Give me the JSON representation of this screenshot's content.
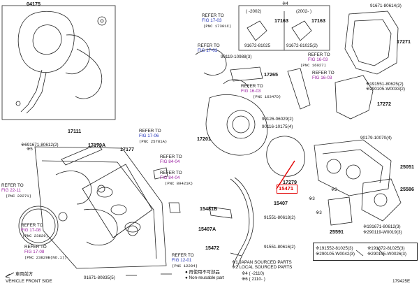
{
  "diagram_id": "179425E",
  "parts": {
    "p04175": "04175",
    "p17111": "17111",
    "p17179A": "17179A",
    "p17177": "17177",
    "p17163a": "17163",
    "p17163b": "17163",
    "p91672_81025": "91672-81025",
    "p91672_81025_2": "91672-81025(2)",
    "p91671_80614_3": "91671-80614(3)",
    "p17271": "17271",
    "p90119_10988": "90119-10988(3)",
    "p17265": "17265",
    "p91551_80625": "※191551-80625(2)",
    "p290105_W0033": "※290105-W0033(2)",
    "p17272": "17272",
    "p90126_06029": "90126-06029(2)",
    "p90116_10175": "90116-10175(4)",
    "p17201": "17201",
    "p90179_10070": "90179-10070(4)",
    "p25051": "25051",
    "p691671_80612": "※691671-80612(2)",
    "p17279": "17279",
    "p15471": "15471",
    "p25586": "25586",
    "p15407": "15407",
    "p15481B": "15481B",
    "p15407A": "15407A",
    "p91551_80618": "91551-80618(2)",
    "p25591": "25591",
    "p91671_80612_b": "※191671-80612(3)",
    "p290119_W0019": "※290119-W0019(3)",
    "p15472": "15472",
    "p91551_80616": "91551-80616(2)",
    "p91671_80835": "91671-80835(5)",
    "legend_a1": "※191552-81025(3)",
    "legend_a2": "※290105-W0042(3)",
    "legend_b1": "※191672-81025(3)",
    "legend_b2": "※290105-W0026(3)",
    "star5": "※5",
    "star3a": "※3",
    "star3b": "※3",
    "star3c": "※3",
    "star4_top": "※4",
    "range_a": "( -2002)",
    "range_b": "(2002- )"
  },
  "refs": {
    "r17301C_a": "REFER TO",
    "r17301C_b": "FIG 17-03",
    "r17301C_c": "(PNC 17301C)",
    "r1703_a": "REFER TO",
    "r1703_b": "FIG 17-03",
    "r16027_a": "REFER TO",
    "r16027_b": "FIG 16-03",
    "r16027_c": "(PNC 16027)",
    "r1603_a": "REFER TO",
    "r1603_b": "FIG 16-03",
    "r16347D_a": "REFER TO",
    "r16347D_b": "FIG 16-03",
    "r16347D_c": "(PNC 16347D)",
    "r25781A_a": "REFER TO",
    "r25781A_b": "FIG 17-06",
    "r25781A_c": "(PNC 25781A)",
    "r8404_a": "REFER TO",
    "r8404_b": "FIG 84-04",
    "r89421K_a": "REFER TO",
    "r89421K_b": "FIG 84-04",
    "r89421K_c": "(PNC 89421K)",
    "r22271_a": "REFER TO",
    "r22271_b": "FIG 22-11",
    "r22271_c": "(PNC 22271)",
    "r23829_a": "REFER TO",
    "r23829_b": "FIG 17-08",
    "r23829_c": "(PNC 23829)",
    "r23829B_a": "REFER TO",
    "r23829B_b": "FIG 17-08",
    "r23829B_c": "(PNC 23829B(NO.1))",
    "r12204_a": "REFER TO",
    "r12204_b": "FIG 12-01",
    "r12204_c": "(PNC 12204)"
  },
  "legend": {
    "l1": "※1  JAPAN SOURCED PARTS",
    "l2": "※2  LOCAL SOURCED PARTS",
    "l4": "※4  ( -2110)",
    "l6": "※6  ( 2110- )",
    "reuse": "●  再使用不可部品",
    "nonreuse": "●  Non-reusable part",
    "front_jp": "車両前方",
    "front_en": "VEHICLE FRONT SIDE"
  },
  "colors": {
    "ref_fig": "#1d2fb8",
    "ref_pnc": "#9a1fa0",
    "highlight": "#e10000"
  }
}
